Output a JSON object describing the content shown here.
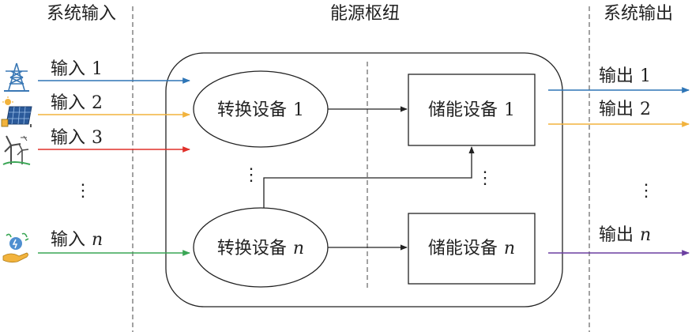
{
  "sections": {
    "input": "系统输入",
    "hub": "能源枢纽",
    "output": "系统输出"
  },
  "inputs": [
    {
      "text": "输入",
      "num": "1",
      "italic": false,
      "color": "#2e75b6",
      "icon": "power-tower-icon"
    },
    {
      "text": "输入",
      "num": "2",
      "italic": false,
      "color": "#f2b33d",
      "icon": "solar-panel-icon"
    },
    {
      "text": "输入",
      "num": "3",
      "italic": false,
      "color": "#e0302a",
      "icon": "wind-turbine-icon"
    },
    {
      "text": "输入",
      "num": "n",
      "italic": true,
      "color": "#3aa655",
      "icon": "hand-energy-icon"
    }
  ],
  "converters": [
    {
      "text": "转换设备",
      "num": "1",
      "italic": false
    },
    {
      "text": "转换设备",
      "num": "n",
      "italic": true
    }
  ],
  "storages": [
    {
      "text": "储能设备",
      "num": "1",
      "italic": false
    },
    {
      "text": "储能设备",
      "num": "n",
      "italic": true
    }
  ],
  "outputs": [
    {
      "text": "输出",
      "num": "1",
      "italic": false,
      "color": "#2e75b6"
    },
    {
      "text": "输出",
      "num": "2",
      "italic": false,
      "color": "#f2b33d"
    },
    {
      "text": "输出",
      "num": "n",
      "italic": true,
      "color": "#6b3fa0"
    }
  ],
  "ellipsis": "⋮"
}
